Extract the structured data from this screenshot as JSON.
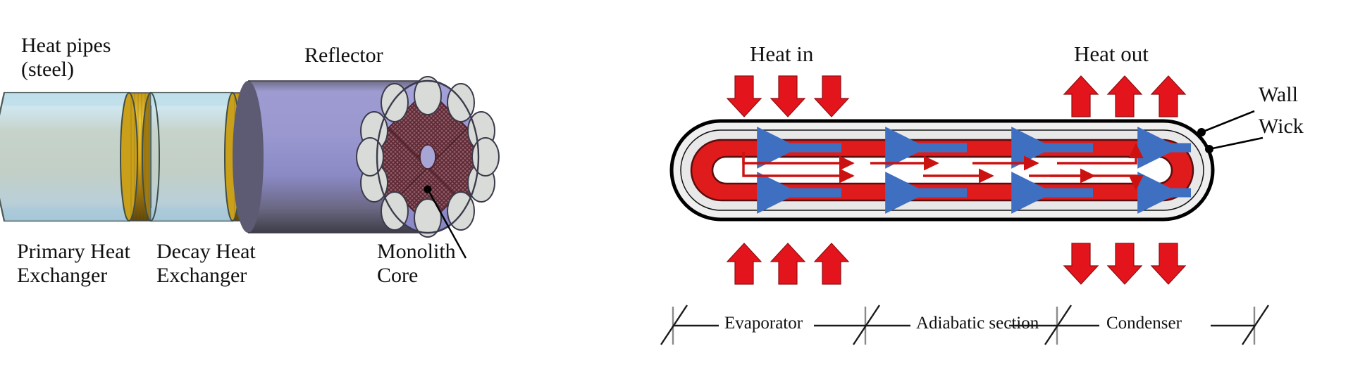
{
  "figure": {
    "title_hidden": "",
    "background_color": "#ffffff",
    "panels": [
      "reactor-core-assembly",
      "heat-pipe-schematic"
    ]
  },
  "left_panel": {
    "name": "reactor-core-assembly",
    "labels": {
      "heat_pipes": "Heat pipes\n(steel)",
      "reflector": "Reflector",
      "primary_hx": "Primary Heat\nExchanger",
      "decay_hx": "Decay Heat\nExchanger",
      "monolith_core": "Monolith\nCore"
    },
    "colors": {
      "pipe_body": "#c9d5cd",
      "pipe_top_highlight": "#aed4e4",
      "pipe_edge": "#4a5a55",
      "band_gold": "#d7a81b",
      "band_gold_dark": "#8a6a10",
      "reflector": "#8d8bc4",
      "reflector_shadow": "#4a4a56",
      "core_hatch": "#6b2f3c",
      "core_fill": "#8d5560",
      "cell_grey": "#d9dbd8",
      "cell_edge": "#3b3a4a",
      "leader_line": "#000000"
    },
    "core_cells_count": 12
  },
  "right_panel": {
    "name": "heat-pipe-schematic",
    "labels": {
      "heat_in": "Heat in",
      "heat_out": "Heat out",
      "wall": "Wall",
      "wick": "Wick",
      "evaporator": "Evaporator",
      "adiabatic": "Adiabatic section",
      "condenser": "Condenser"
    },
    "colors": {
      "wall_outline": "#000000",
      "wick": "#e8e8e8",
      "liquid_red": "#e01b1b",
      "vapor_core": "#ffffff",
      "liquid_arrow_blue": "#3f6fc0",
      "vapor_arrow_red": "#cc1111",
      "heat_arrow_red": "#e3141b",
      "dimension_line": "#1a1a1a"
    },
    "heat_in_arrow_count": 3,
    "heat_out_arrow_count": 3,
    "heat_in_direction": "down",
    "heat_out_direction": "up",
    "liquid_return_direction": "left",
    "vapor_flow_direction": "right",
    "sections": [
      "Evaporator",
      "Adiabatic section",
      "Condenser"
    ]
  }
}
